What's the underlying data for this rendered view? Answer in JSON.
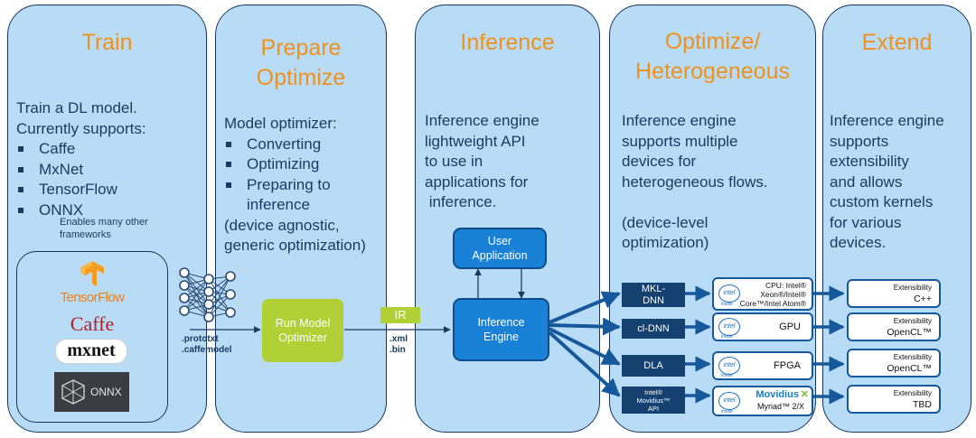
{
  "columns": [
    {
      "title_lines": [
        "Train"
      ],
      "intro_lines": [
        "Train a DL model.",
        "Currently supports:"
      ],
      "bullets": [
        "Caffe",
        "MxNet",
        "TensorFlow",
        "ONNX"
      ],
      "footnote_lines": [
        "Enables many other",
        "frameworks"
      ]
    },
    {
      "title_lines": [
        "Prepare",
        "Optimize"
      ],
      "intro_lines": [
        "Model optimizer:"
      ],
      "bullets": [
        "Converting",
        "Optimizing",
        "Preparing to"
      ],
      "after_lines": [
        "inference",
        "(device agnostic,",
        "generic optimization)"
      ]
    },
    {
      "title_lines": [
        "Inference"
      ],
      "body_lines": [
        "Inference engine",
        "lightweight API",
        "to use in",
        "applications for",
        " inference."
      ]
    },
    {
      "title_lines": [
        "Optimize/",
        "Heterogeneous"
      ],
      "body_lines": [
        "Inference engine",
        "supports multiple",
        "devices for",
        "heterogeneous flows.",
        "",
        "(device-level",
        "optimization)"
      ]
    },
    {
      "title_lines": [
        "Extend"
      ],
      "body_lines": [
        "Inference engine",
        "supports",
        "extensibility",
        "and allows",
        "custom kernels",
        "for various",
        "devices."
      ]
    }
  ],
  "frameworks": {
    "tensorflow": "TensorFlow",
    "caffe": "Caffe",
    "mxnet": "mxnet",
    "onnx": "ONNX"
  },
  "files_in": [
    ".prototxt",
    ".caffemodel"
  ],
  "ir_label": "IR",
  "files_out": [
    ".xml",
    ".bin"
  ],
  "optimizer_lines": [
    "Run Model",
    "Optimizer"
  ],
  "user_app_lines": [
    "User",
    "Application"
  ],
  "engine_lines": [
    "Inference",
    "Engine"
  ],
  "plugins": [
    {
      "lines": [
        "MKL-",
        "DNN"
      ]
    },
    {
      "lines": [
        "cl-DNN"
      ]
    },
    {
      "lines": [
        "DLA"
      ]
    },
    {
      "lines": [
        "Intel®",
        "Movidius™",
        "API"
      ]
    }
  ],
  "devices": [
    {
      "lines": [
        "CPU: Intel®",
        "Xeon®/Intel®",
        "Core™/Intel Atom®"
      ]
    },
    {
      "lines": [
        "GPU"
      ]
    },
    {
      "lines": [
        "FPGA"
      ]
    },
    {
      "brand": "Movidius",
      "lines": [
        "Myriad™ 2/X"
      ]
    }
  ],
  "intel_logo": {
    "mark": "intel",
    "tag": "inside"
  },
  "extensions": [
    {
      "title": "Extensibility",
      "value": "C++"
    },
    {
      "title": "Extensibility",
      "value": "OpenCL™"
    },
    {
      "title": "Extensibility",
      "value": "OpenCL™"
    },
    {
      "title": "Extensibility",
      "value": "TBD"
    }
  ],
  "colors": {
    "panel": "#b9dcf6",
    "heading": "#f0911b",
    "body_text": "#1b3b63",
    "accent_green": "#b1d035",
    "engine_blue": "#1a82d6",
    "plugin_navy": "#14416f",
    "arrow": "#15589b"
  }
}
